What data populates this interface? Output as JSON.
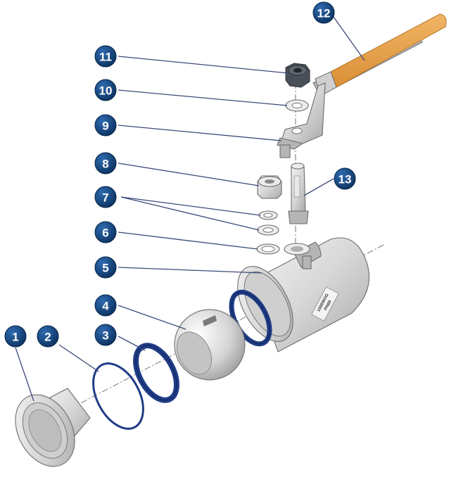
{
  "colors": {
    "badge": "#0e3d73",
    "badge_highlight": "#2f6bb0",
    "leader": "#3b4a78",
    "seal_blue": "#1f3c86",
    "handle_orange": "#e8a24a",
    "steel": "#d9d9d9"
  },
  "callouts": [
    {
      "number": "1"
    },
    {
      "number": "2"
    },
    {
      "number": "3"
    },
    {
      "number": "4"
    },
    {
      "number": "5"
    },
    {
      "number": "6"
    },
    {
      "number": "7"
    },
    {
      "number": "8"
    },
    {
      "number": "9"
    },
    {
      "number": "10"
    },
    {
      "number": "11"
    },
    {
      "number": "12"
    },
    {
      "number": "13"
    }
  ],
  "body_marking": {
    "line1": "1000WOG",
    "line2": "PN69"
  }
}
